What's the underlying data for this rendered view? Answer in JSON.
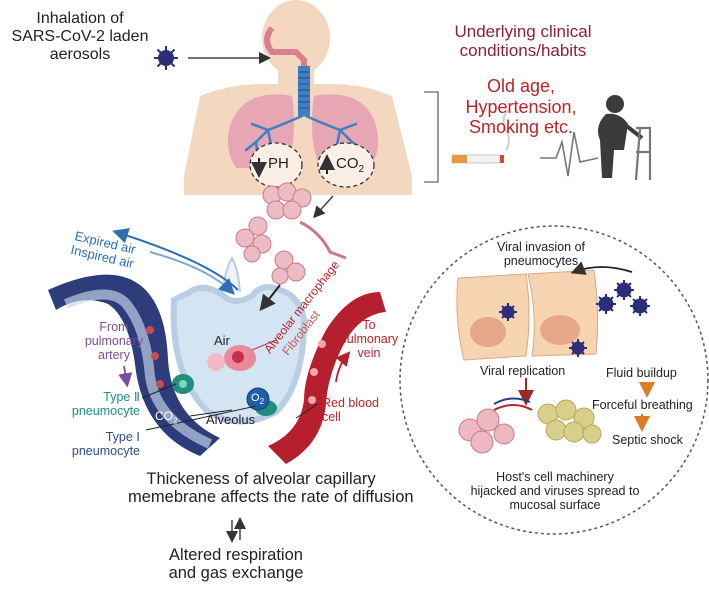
{
  "colors": {
    "body_skin": "#f4d7bf",
    "lung_pink": "#e7a6b4",
    "airway_blue": "#3f7fc4",
    "vessel_navy": "#2d3c7a",
    "vessel_red": "#b6202e",
    "alveolus_blue": "#d3e4f3",
    "cell_peach": "#f6d3b1",
    "virus_navy": "#2b2f7a",
    "arrow_orange": "#e07b25",
    "clinical_maroon": "#8a2330"
  },
  "icons": [
    "virus-icon",
    "cigarette-icon",
    "ecg-trace-icon",
    "elderly-walker-icon",
    "body-silhouette-icon"
  ],
  "header": {
    "inhalation": [
      "Inhalation of",
      "SARS-CoV-2 laden",
      "aerosols"
    ]
  },
  "clinical": {
    "heading": [
      "Underlying clinical",
      "conditions/habits"
    ],
    "conditions": [
      "Old age,",
      "Hypertension,",
      "Smoking etc."
    ]
  },
  "body": {
    "ph_label": "PH",
    "co2_base": "CO",
    "co2_sub": "2"
  },
  "airflow": {
    "expired": "Expired air",
    "inspired": "Inspired air"
  },
  "alveolus": {
    "air": "Air",
    "alveolus": "Alveolus",
    "o2_base": "O",
    "o2_sub": "2",
    "co2_base": "CO",
    "co2_sub": "2",
    "macrophage": "Alveolar macrophage",
    "fibroblast": "Fibroblast",
    "from_artery": [
      "From",
      "pulmonary",
      "artery"
    ],
    "type2": [
      "Type Ⅱ",
      "pneumocyte"
    ],
    "type1": [
      "Type Ⅰ",
      "pneumocyte"
    ],
    "to_vein": [
      "To",
      "pulmonary",
      "vein"
    ],
    "rbc": [
      "Red blood",
      "cell"
    ]
  },
  "infection": {
    "invasion": [
      "Viral invasion of",
      "pneumocytes"
    ],
    "replication": "Viral replication",
    "fluid": "Fluid buildup",
    "breathing": "Forceful breathing",
    "septic": "Septic shock",
    "hijack": [
      "Host's cell machinery",
      "hijacked and viruses spread to",
      "mucosal surface"
    ]
  },
  "footer": {
    "thickness": [
      "Thickeness of alveolar capillary",
      "memebrane affects the rate of diffusion"
    ],
    "altered": [
      "Altered respiration",
      "and gas exchange"
    ]
  }
}
